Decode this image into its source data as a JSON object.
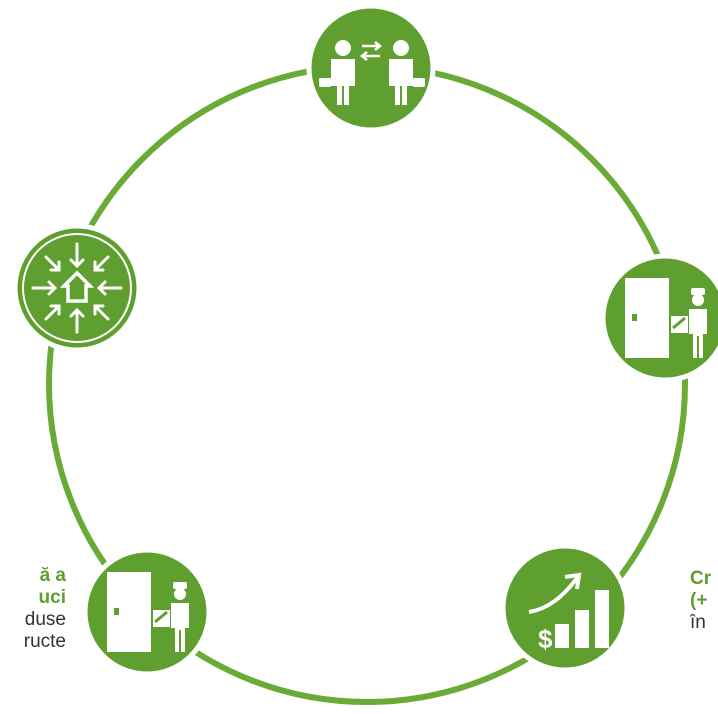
{
  "colors": {
    "accent": "#5f9f2f",
    "ring": "#6aab38",
    "node_border": "#ffffff",
    "icon": "#ffffff",
    "body_text": "#333333"
  },
  "nodes": [
    {
      "id": "top",
      "icon": "business-exchange-icon"
    },
    {
      "id": "right",
      "icon": "door-delivery-icon"
    },
    {
      "id": "bottom-right",
      "icon": "growth-chart-icon"
    },
    {
      "id": "bottom-left",
      "icon": "door-delivery-icon"
    },
    {
      "id": "left",
      "icon": "house-arrows-in-icon"
    }
  ],
  "labels": {
    "bottom_left": {
      "title_line1": "ă a",
      "title_line2": "uci",
      "text_line1": "duse",
      "text_line2": "ructe"
    },
    "bottom_right": {
      "title_line1": "Cr",
      "title_line2": "(+",
      "text_line1": "în"
    }
  }
}
